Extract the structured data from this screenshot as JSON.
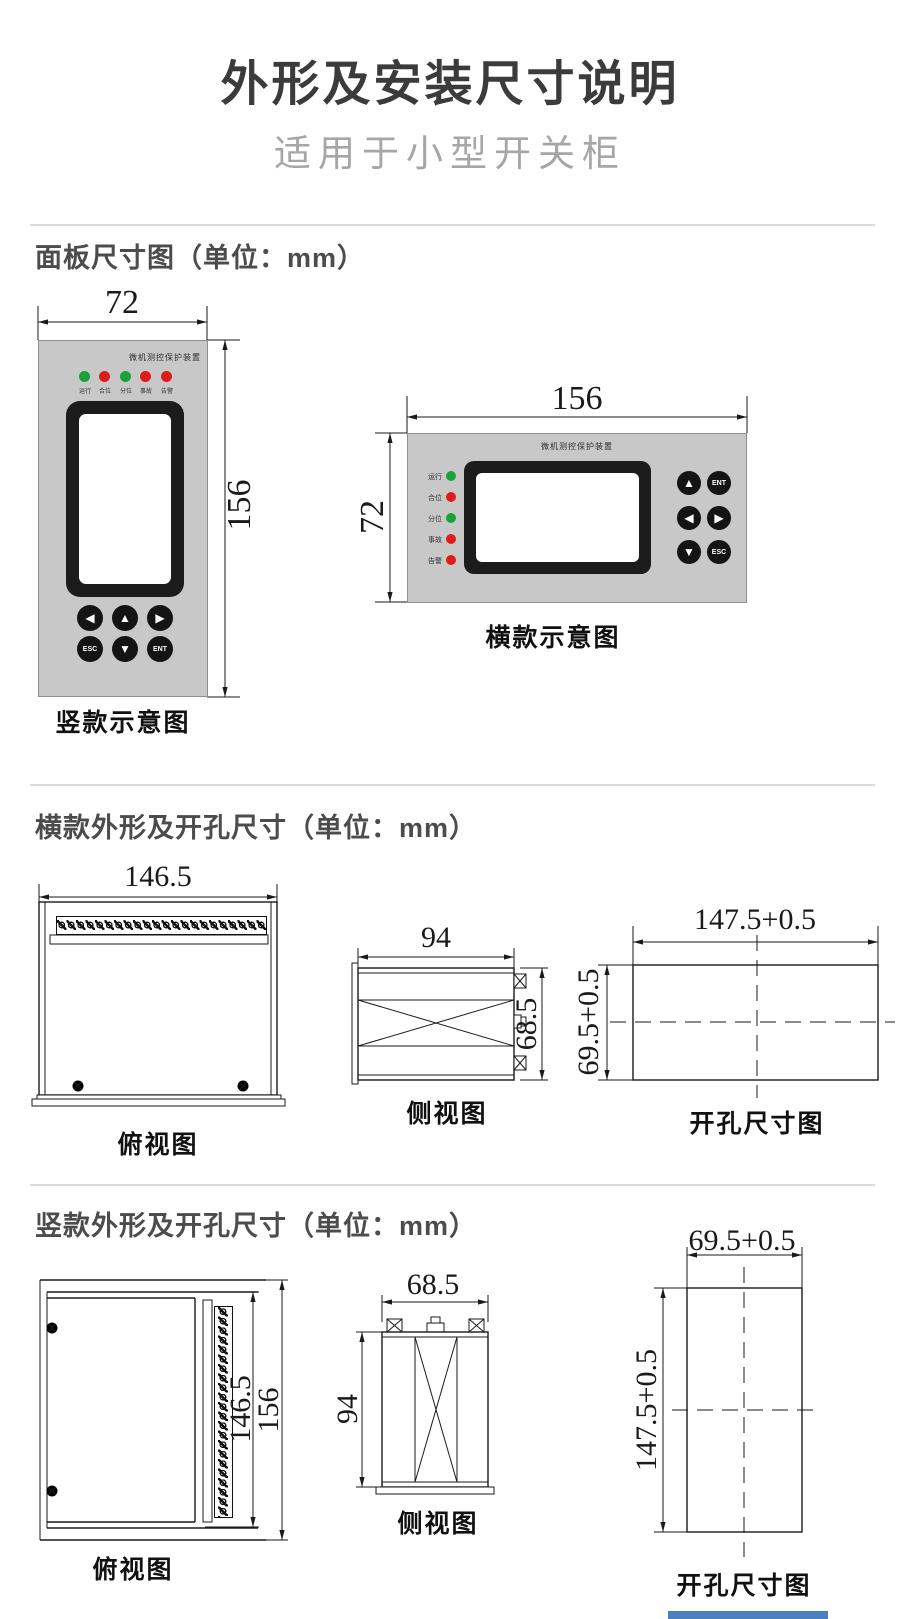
{
  "page": {
    "title": "外形及安装尺寸说明",
    "subtitle": "适用于小型开关柜"
  },
  "device": {
    "name_plate": "微机测控保护装置"
  },
  "leds": [
    {
      "label": "运行",
      "color": "#18a239"
    },
    {
      "label": "合位",
      "color": "#e01b1b"
    },
    {
      "label": "分位",
      "color": "#18a239"
    },
    {
      "label": "事故",
      "color": "#e01b1b"
    },
    {
      "label": "告警",
      "color": "#e01b1b"
    }
  ],
  "panel_section": {
    "heading": "面板尺寸图（单位：mm）",
    "vertical": {
      "caption": "竖款示意图",
      "width_mm": "72",
      "height_mm": "156",
      "buttons": [
        {
          "glyph": "◀"
        },
        {
          "glyph": "▲"
        },
        {
          "glyph": "▶"
        },
        {
          "glyph": "ESC"
        },
        {
          "glyph": "▼"
        },
        {
          "glyph": "ENT"
        }
      ]
    },
    "horizontal": {
      "caption": "横款示意图",
      "width_mm": "156",
      "height_mm": "72",
      "buttons": [
        {
          "glyph": "▲"
        },
        {
          "glyph": "ENT"
        },
        {
          "glyph": "◀"
        },
        {
          "glyph": "▶"
        },
        {
          "glyph": "▼"
        },
        {
          "glyph": "ESC"
        }
      ]
    }
  },
  "horizontal_outline_section": {
    "heading": "横款外形及开孔尺寸（单位：mm）",
    "top_view": {
      "caption": "俯视图",
      "width_mm": "146.5"
    },
    "side_view": {
      "caption": "侧视图",
      "width_mm": "94",
      "height_mm": "68.5"
    },
    "cutout": {
      "caption": "开孔尺寸图",
      "width_mm": "147.5+0.5",
      "height_mm": "69.5+0.5"
    }
  },
  "vertical_outline_section": {
    "heading": "竖款外形及开孔尺寸（单位：mm）",
    "top_view": {
      "caption": "俯视图",
      "depth_mm": "146.5",
      "height_mm": "156"
    },
    "side_view": {
      "caption": "侧视图",
      "width_mm": "68.5",
      "height_mm": "94"
    },
    "cutout": {
      "caption": "开孔尺寸图",
      "width_mm": "69.5+0.5",
      "height_mm": "147.5+0.5"
    }
  }
}
